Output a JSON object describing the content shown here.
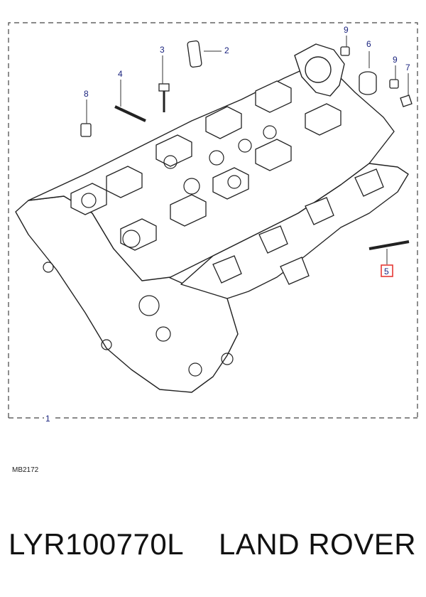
{
  "diagram": {
    "callouts": [
      "1",
      "2",
      "3",
      "4",
      "5",
      "6",
      "7",
      "8",
      "9",
      "9"
    ],
    "highlighted_callout": "5",
    "highlight_color": "#e53935",
    "callout_color": "#1a237e",
    "reference_code": "MB2172"
  },
  "footer": {
    "part_number": "LYR100770L",
    "brand": "LAND ROVER"
  }
}
